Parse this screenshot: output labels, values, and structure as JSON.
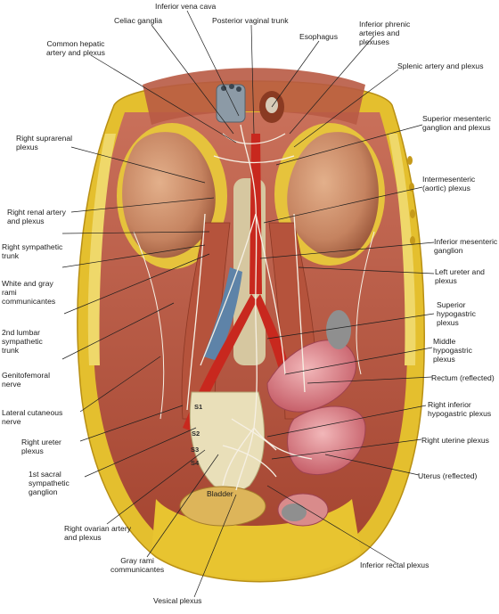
{
  "labels": {
    "inferior_vena_cava": "Inferior vena cava",
    "celiac_ganglia": "Celiac ganglia",
    "posterior_vaginal_trunk": "Posterior vaginal trunk",
    "esophagus": "Esophagus",
    "common_hepatic": "Common hepatic\nartery and plexus",
    "inferior_phrenic": "Inferior phrenic\narteries and\nplexuses",
    "splenic_artery": "Splenic artery and plexus",
    "superior_mesenteric": "Superior mesenteric\nganglion and plexus",
    "right_suprarenal": "Right suprarenal\nplexus",
    "intermesenteric": "Intermesenteric\n(aortic) plexus",
    "right_renal": "Right renal artery\nand plexus",
    "right_sympathetic": "Right sympathetic\ntrunk",
    "inferior_mesenteric": "Inferior mesenteric\nganglion",
    "white_gray_rami": "White and gray\nrami\ncommunicantes",
    "left_ureter": "Left ureter and\nplexus",
    "second_lumbar": "2nd lumbar\nsympathetic\ntrunk",
    "superior_hypogastric": "Superior\nhypogastric\nplexus",
    "middle_hypogastric": "Middle\nhypogastric\nplexus",
    "genitofemoral": "Genitofemoral\nnerve",
    "rectum": "Rectum (reflected)",
    "lateral_cutaneous": "Lateral cutaneous\nnerve",
    "right_inferior_hypogastric": "Right inferior\nhypogastric plexus",
    "right_ureter": "Right ureter\nplexus",
    "right_uterine": "Right uterine plexus",
    "first_sacral": "1st sacral\nsympathetic\nganglion",
    "uterus": "Uterus (reflected)",
    "bladder": "Bladder",
    "right_ovarian": "Right ovarian artery\nand plexus",
    "inferior_rectal": "Inferior rectal plexus",
    "gray_rami": "Gray rami\ncommunicantes",
    "vesical_plexus": "Vesical plexus"
  },
  "sacral_markers": {
    "s1": "S1",
    "s2": "S2",
    "s3": "S3",
    "s4": "S4"
  },
  "colors": {
    "fat": "#e8c430",
    "muscle": "#b8543c",
    "kidney": "#c98a62",
    "artery": "#c8281e",
    "nerve": "#f6f0e4",
    "vein": "#5e83a8"
  }
}
